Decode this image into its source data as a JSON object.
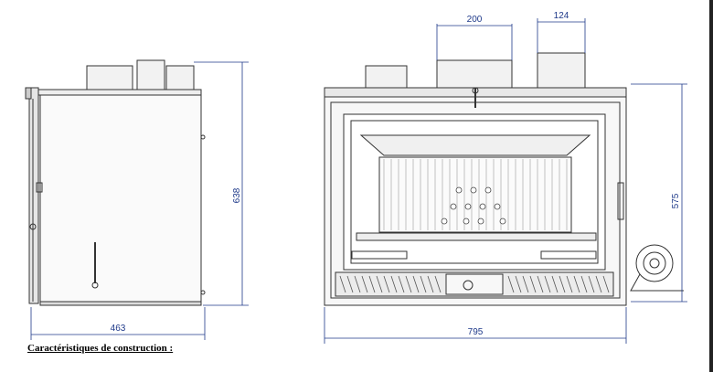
{
  "dimensions": {
    "side_depth": "463",
    "side_height": "638",
    "front_width": "795",
    "front_height": "575",
    "duct_large": "200",
    "duct_small": "124"
  },
  "caption": "Caractéristiques de construction :",
  "colors": {
    "dimension_line": "#1f3a8a",
    "outline": "#333333"
  }
}
